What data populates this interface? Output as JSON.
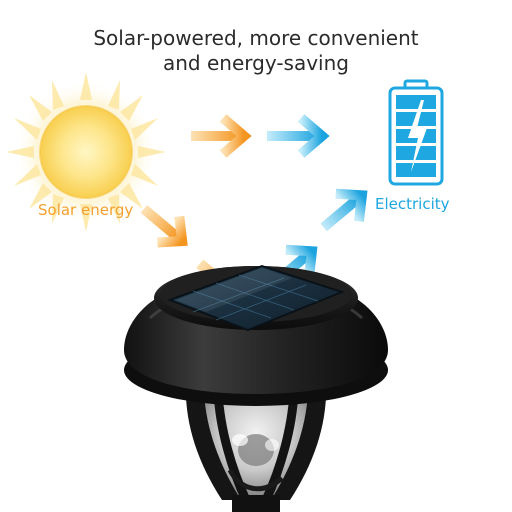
{
  "headline": {
    "line1": "Solar-powered, more convenient",
    "line2": "and energy-saving"
  },
  "labels": {
    "solar_energy": "Solar energy",
    "electricity": "Electricity"
  },
  "colors": {
    "solar": "#f5a02e",
    "electricity": "#1ea7e1",
    "text": "#2b2b2b",
    "lamp_body": "#161616"
  },
  "icons": {
    "sun": "sun-icon",
    "battery": "battery-full-icon",
    "lamp": "solar-lamp-product"
  }
}
